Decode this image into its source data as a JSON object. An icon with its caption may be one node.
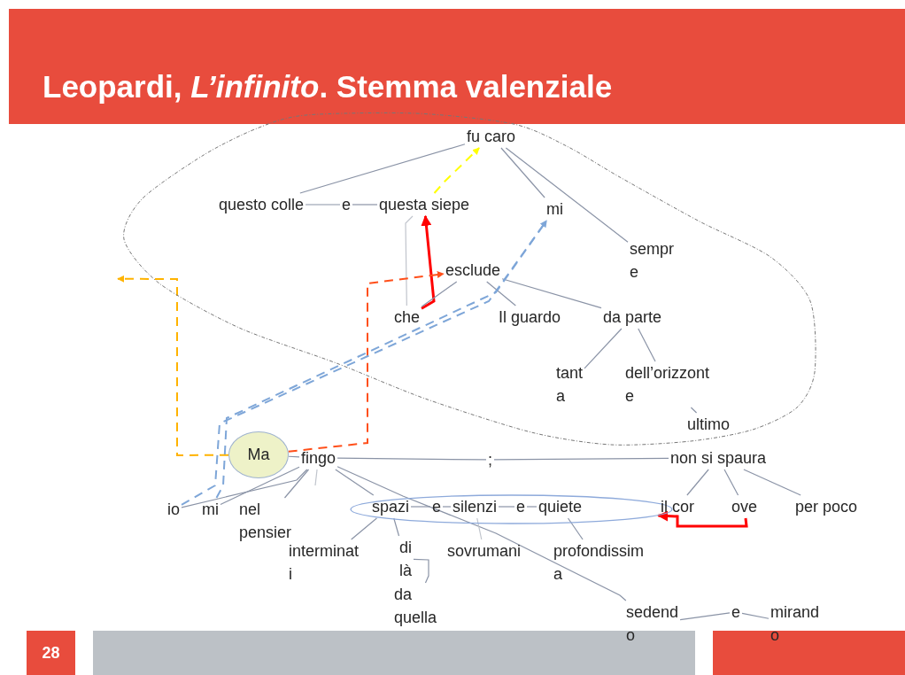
{
  "diagram": {
    "title": "Leopardi, *L’infinito*. Stemma valenziale",
    "nodes": [
      {
        "text": [],
        "shape": "cloud"
      },
      {
        "text": [
          "fu caro"
        ],
        "in": 0
      },
      {
        "text": [
          "questo colle"
        ],
        "in": 0
      },
      {
        "text": [
          "e"
        ],
        "in": 0
      },
      {
        "text": [
          "questa siepe"
        ],
        "in": 0
      },
      {
        "text": [
          "mi"
        ],
        "in": 0
      },
      {
        "text": [
          "sempr e"
        ],
        "in": 0
      },
      {
        "text": [
          "esclude"
        ],
        "in": 0
      },
      {
        "text": [
          "che"
        ],
        "in": 0
      },
      {
        "text": [
          "Il guardo"
        ],
        "in": 0
      },
      {
        "text": [
          "da parte"
        ],
        "in": 0
      },
      {
        "text": [
          "tant a"
        ],
        "in": 0
      },
      {
        "text": [
          "dell’orizzont e"
        ],
        "in": 0
      },
      {
        "text": [
          "ultimo"
        ],
        "in": 0
      },
      {
        "text": [
          "Ma"
        ]
      },
      {
        "text": [
          "fingo"
        ]
      },
      {
        "text": [
          ";"
        ]
      },
      {
        "text": [
          "non si spaura"
        ]
      },
      {
        "text": [
          "io"
        ]
      },
      {
        "text": [
          "mi"
        ]
      },
      {
        "text": [
          "nel pensier"
        ]
      },
      {
        "text": [],
        "shape": "ellipse"
      },
      {
        "text": [
          "spazi"
        ],
        "in": 21
      },
      {
        "text": [
          "e"
        ],
        "in": 21
      },
      {
        "text": [
          "silenzi"
        ],
        "in": 21
      },
      {
        "text": [
          "e"
        ],
        "in": 21
      },
      {
        "text": [
          "quiete"
        ],
        "in": 21
      },
      {
        "text": [
          "il cor"
        ]
      },
      {
        "text": [
          "ove"
        ]
      },
      {
        "text": [
          "per poco"
        ]
      },
      {
        "text": [
          "interminat i"
        ]
      },
      {
        "text": [
          "di là"
        ]
      },
      {
        "text": [
          "da quella"
        ]
      },
      {
        "text": [
          "sovrumani"
        ]
      },
      {
        "text": [
          "profondissim a"
        ]
      },
      {
        "text": [
          "sedend o"
        ]
      },
      {
        "text": [
          "e"
        ]
      },
      {
        "text": [
          "mirand o"
        ]
      }
    ],
    "edges": [
      {
        "from": 2,
        "to": 3,
        "arrow": "none"
      },
      {
        "from": 3,
        "to": 4,
        "arrow": "none"
      },
      {
        "from": 2,
        "to": 1,
        "arrow": "none"
      },
      {
        "from": 4,
        "to": 1,
        "arrow": "to",
        "style": "dashed",
        "color": "#ffff00"
      },
      {
        "from": 1,
        "to": 5,
        "arrow": "none"
      },
      {
        "from": 1,
        "to": 6,
        "arrow": "none"
      },
      {
        "from": 4,
        "to": 8,
        "arrow": "none",
        "color": "#c0c4cc"
      },
      {
        "from": 8,
        "to": 4,
        "arrow": "to",
        "style": "thick",
        "color": "#ff0000"
      },
      {
        "from": 7,
        "to": 8,
        "arrow": "none"
      },
      {
        "from": 7,
        "to": 9,
        "arrow": "none"
      },
      {
        "from": 7,
        "to": 10,
        "arrow": "none"
      },
      {
        "from": 10,
        "to": 11,
        "arrow": "none"
      },
      {
        "from": 10,
        "to": 12,
        "arrow": "none"
      },
      {
        "from": 12,
        "to": 13,
        "arrow": "none"
      },
      {
        "from": 14,
        "to": 7,
        "arrow": "to",
        "style": "dashed",
        "color": "#ff4f1a"
      },
      {
        "from": 14,
        "to": 0,
        "arrow": "to",
        "style": "dashed",
        "color": "#ffb300"
      },
      {
        "from": 18,
        "to": 5,
        "arrow": "none",
        "style": "dashed",
        "color": "#7ea6d8"
      },
      {
        "from": 19,
        "to": 5,
        "arrow": "to",
        "style": "dashed",
        "color": "#7ea6d8"
      },
      {
        "from": 14,
        "to": 15,
        "arrow": "none"
      },
      {
        "from": 15,
        "to": 16,
        "arrow": "none"
      },
      {
        "from": 16,
        "to": 17,
        "arrow": "none"
      },
      {
        "from": 15,
        "to": 18,
        "arrow": "none"
      },
      {
        "from": 15,
        "to": 19,
        "arrow": "none"
      },
      {
        "from": 15,
        "to": 20,
        "arrow": "none"
      },
      {
        "from": 15,
        "to": null,
        "arrow": "none",
        "color": "#c0c4cc"
      },
      {
        "from": 15,
        "to": 22,
        "arrow": "none"
      },
      {
        "from": 15,
        "to": 35,
        "arrow": "none"
      },
      {
        "from": 22,
        "to": 23,
        "arrow": "none"
      },
      {
        "from": 23,
        "to": 24,
        "arrow": "none"
      },
      {
        "from": 24,
        "to": 25,
        "arrow": "none"
      },
      {
        "from": 25,
        "to": 26,
        "arrow": "none"
      },
      {
        "from": 22,
        "to": 30,
        "arrow": "none"
      },
      {
        "from": 22,
        "to": 31,
        "arrow": "none"
      },
      {
        "from": 24,
        "to": 33,
        "arrow": "none",
        "color": "#c0c4cc"
      },
      {
        "from": 26,
        "to": 34,
        "arrow": "none"
      },
      {
        "from": 31,
        "to": 32,
        "arrow": "none"
      },
      {
        "from": 17,
        "to": 27,
        "arrow": "none"
      },
      {
        "from": 17,
        "to": 28,
        "arrow": "none"
      },
      {
        "from": 17,
        "to": 29,
        "arrow": "none"
      },
      {
        "from": 28,
        "to": 21,
        "arrow": "to",
        "style": "thick",
        "color": "#ff0000"
      },
      {
        "from": 35,
        "to": 36,
        "arrow": "none"
      },
      {
        "from": 36,
        "to": 37,
        "arrow": "none"
      }
    ],
    "labels": [
      "28"
    ]
  }
}
